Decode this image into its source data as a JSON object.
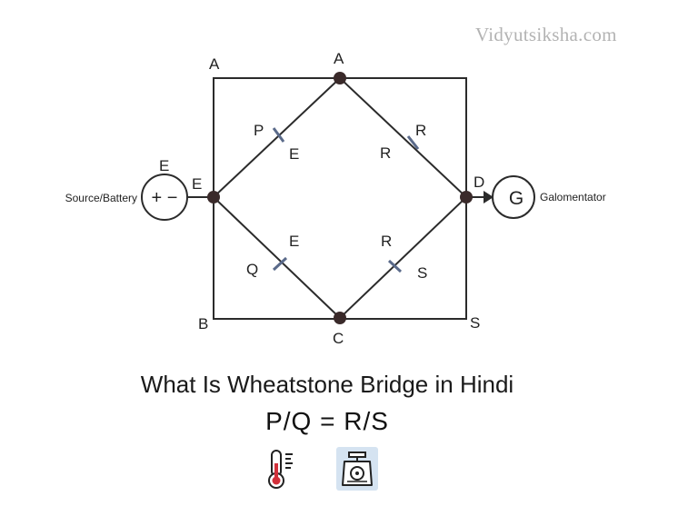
{
  "watermark": "Vidyutsiksha.com",
  "diagram": {
    "labels": {
      "corner_top_left": "A",
      "node_top": "A",
      "corner_bottom_left": "B",
      "node_bottom": "C",
      "corner_bottom_right": "S",
      "node_left": "E",
      "node_right": "D",
      "arm_top_left_name": "P",
      "arm_top_left_sub": "E",
      "arm_top_right_name": "R",
      "arm_top_right_sub": "R",
      "arm_bottom_left_name": "Q",
      "arm_bottom_left_sub": "E",
      "arm_bottom_right_name": "S",
      "arm_bottom_right_sub": "R",
      "battery_label": "E",
      "battery_symbol": "+ −",
      "source_text": "Source/Battery",
      "galvanometer_symbol": "G",
      "galvanometer_text": "Galomentator"
    }
  },
  "caption": {
    "title": "What Is Wheatstone Bridge in Hindi",
    "formula": "P/Q = R/S"
  },
  "icons": [
    "thermometer-icon",
    "weighing-scale-icon"
  ],
  "colors": {
    "wire": "#2b2b2b",
    "node": "#3a2a2a",
    "watermark": "#b3b3b3",
    "scale_bg": "#d5e3f1"
  }
}
